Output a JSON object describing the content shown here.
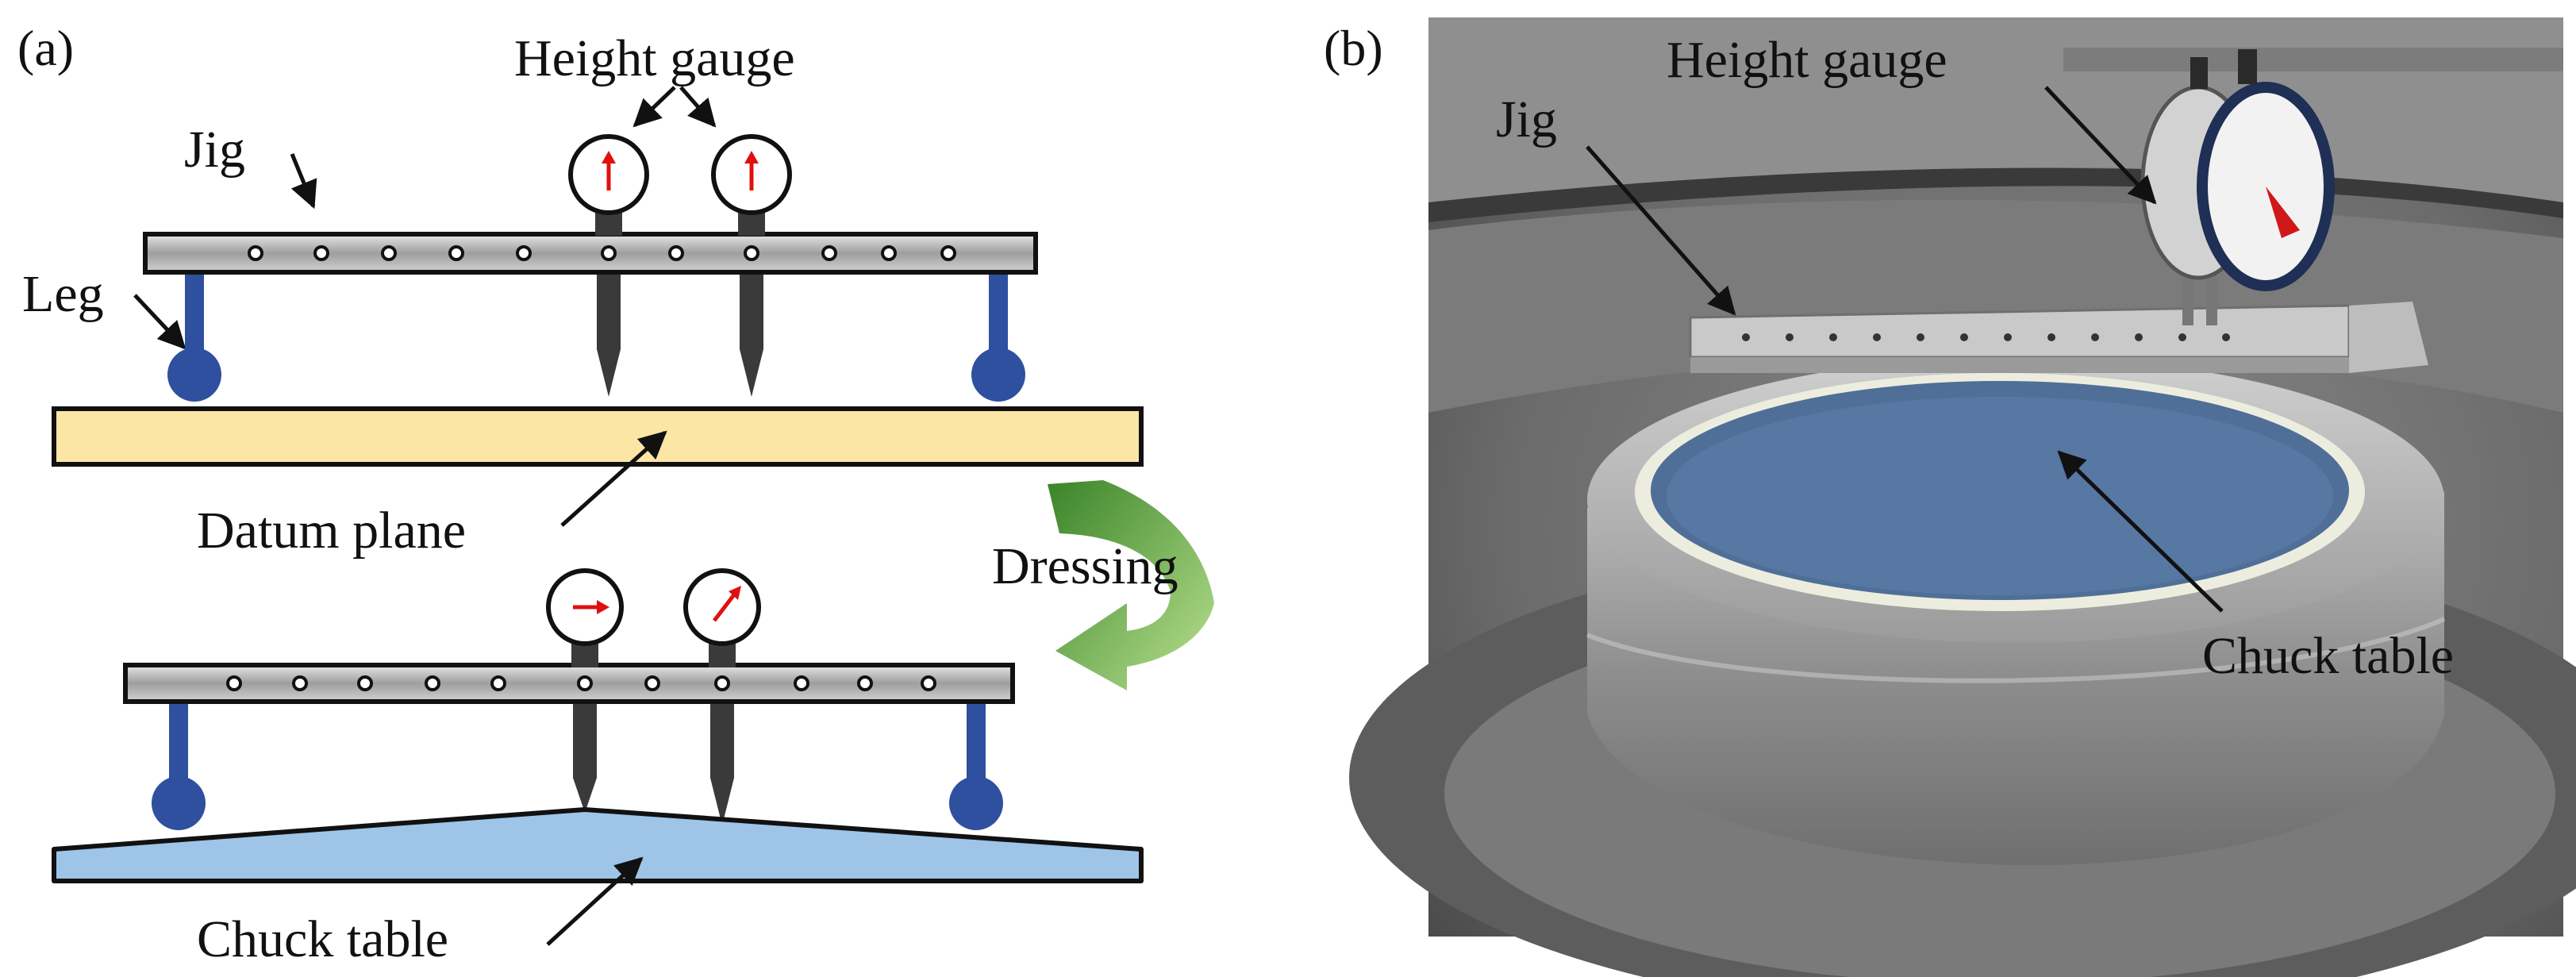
{
  "panel_a": {
    "panel_label": "(a)",
    "labels": {
      "height_gauge": "Height gauge",
      "jig": "Jig",
      "leg": "Leg",
      "datum_plane": "Datum plane",
      "dressing": "Dressing",
      "chuck_table": "Chuck table"
    }
  },
  "panel_b": {
    "panel_label": "(b)",
    "labels": {
      "height_gauge": "Height gauge",
      "jig": "Jig",
      "chuck_table": "Chuck table"
    }
  },
  "colors": {
    "jig_bar": "#b9b9b9",
    "leg_blue": "#2f4f9f",
    "datum_plane": "#fbe6a6",
    "chuck_table": "#9ec4e8",
    "probe": "#3a3a3a",
    "needle_red": "#e01010",
    "dressing_arrow": "#5aa832"
  },
  "icons": {
    "gauge": "dial-gauge-icon",
    "dressing": "curved-arrow-icon"
  }
}
